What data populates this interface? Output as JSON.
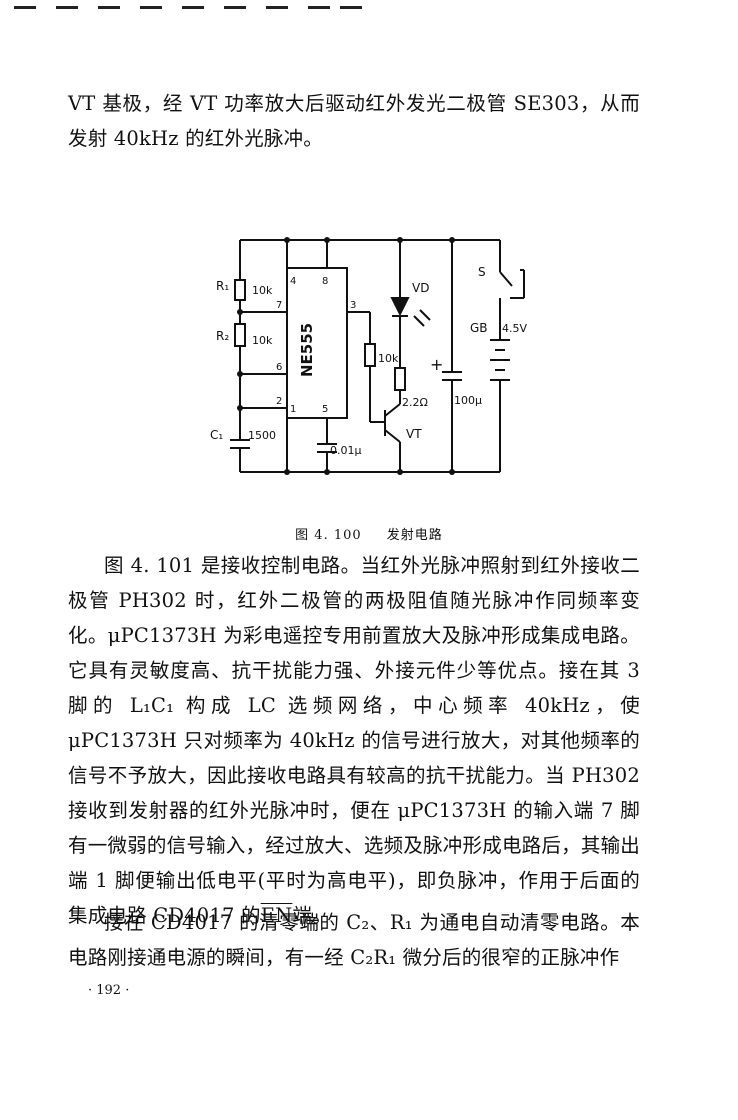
{
  "header_dashes": 9,
  "paragraphs": {
    "p1": "VT 基极，经 VT 功率放大后驱动红外发光二极管 SE303，从而发射 40kHz 的红外光脉冲。",
    "p2_before": "图 4. 101 是接收控制电路。当红外光脉冲照射到红外接收二极管 PH302 时，红外二极管的两极阻值随光脉冲作同频率变化。μPC1373H 为彩电遥控专用前置放大及脉冲形成集成电路。它具有灵敏度高、抗干扰能力强、外接元件少等优点。接在其 3 脚的 L₁C₁ 构成 LC 选频网络，中心频率 40kHz，使 μPC1373H 只对频率为 40kHz 的信号进行放大，对其他频率的信号不予放大，因此接收电路具有较高的抗干扰能力。当 PH302 接收到发射器的红外光脉冲时，便在 μPC1373H 的输入端 7 脚有一微弱的信号输入，经过放大、选频及脉冲形成电路后，其输出端 1 脚便输出低电平(平时为高电平)，即负脉冲，作用于后面的集成电路 CD4017 的",
    "p2_overline": "EN",
    "p2_after": "端。",
    "p3": "接在 CD4017 的清零端的 C₂、R₁ 为通电自动清零电路。本电路刚接通电源的瞬间，有一经 C₂R₁ 微分后的很窄的正脉冲作"
  },
  "figure": {
    "caption_number": "图 4. 100",
    "caption_title": "发射电路",
    "labels": {
      "r1": "R₁",
      "r1_val": "10k",
      "r2": "R₂",
      "r2_val": "10k",
      "c1": "C₁",
      "c1_val": "1500",
      "ic": "NE555",
      "pin4": "4",
      "pin8": "8",
      "pin7": "7",
      "pin3": "3",
      "pin6": "6",
      "pin2": "2",
      "pin1": "1",
      "pin5": "5",
      "c5_val": "0.01μ",
      "rb_val": "10k",
      "rc_val": "2.2Ω",
      "vd": "VD",
      "vt": "VT",
      "cap_val": "100μ",
      "switch": "S",
      "battery": "GB",
      "battery_val": "4.5V",
      "plus": "+"
    }
  },
  "page_number": "· 192 ·"
}
